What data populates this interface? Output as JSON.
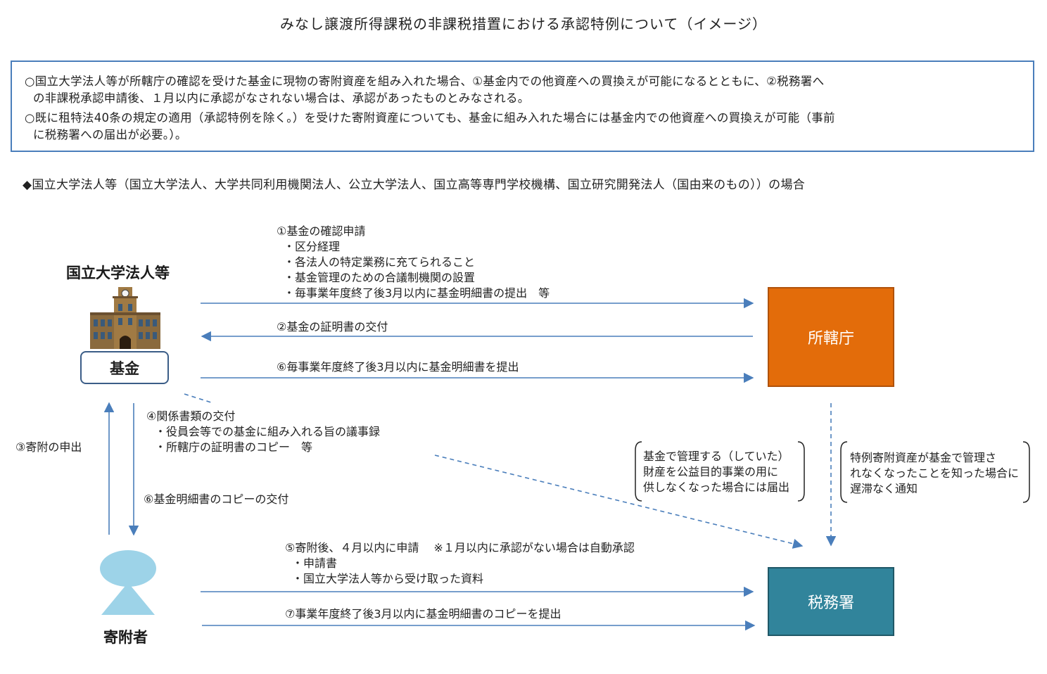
{
  "title": "みなし譲渡所得課税の非課税措置における承認特例について（イメージ）",
  "notice": {
    "line1": "○国立大学法人等が所轄庁の確認を受けた基金に現物の寄附資産を組み入れた場合、①基金内での他資産への買換えが可能になるとともに、②税務署へ",
    "line2": "の非課税承認申請後、１月以内に承認がなされない場合は、承認があったものとみなされる。",
    "line3": "○既に租特法40条の規定の適用（承認特例を除く。）を受けた寄附資産についても、基金に組み入れた場合には基金内での他資産への買換えが可能（事前",
    "line4": "に税務署への届出が必要。）。"
  },
  "scope": "◆国立大学法人等（国立大学法人、大学共同利用機関法人、公立大学法人、国立高等専門学校機構、国立研究開発法人（国由来のもの））の場合",
  "actors": {
    "org_label": "国立大学法人等",
    "fund_label": "基金",
    "authority_label": "所轄庁",
    "tax_office_label": "税務署",
    "donor_label": "寄附者"
  },
  "flows": {
    "f1": {
      "heading": "①基金の確認申請",
      "items": [
        "・区分経理",
        "・各法人の特定業務に充てられること",
        "・基金管理のための合議制機関の設置",
        "・毎事業年度終了後3月以内に基金明細書の提出　等"
      ]
    },
    "f2": "②基金の証明書の交付",
    "f6a": "⑥毎事業年度終了後3月以内に基金明細書を提出",
    "f3": "③寄附の申出",
    "f4": {
      "heading": "④関係書類の交付",
      "items": [
        "・役員会等での基金に組み入れる旨の議事録",
        "・所轄庁の証明書のコピー　等"
      ]
    },
    "f6b": "⑥基金明細書のコピーの交付",
    "f5": {
      "heading": "⑤寄附後、４月以内に申請　 ※１月以内に承認がない場合は自動承認",
      "items": [
        "・申請書",
        "・国立大学法人等から受け取った資料"
      ]
    },
    "f7": "⑦事業年度終了後3月以内に基金明細書のコピーを提出"
  },
  "notes": {
    "left": [
      "基金で管理する（していた）",
      "財産を公益目的事業の用に",
      "供しなくなった場合には届出"
    ],
    "right": [
      "特例寄附資産が基金で管理さ",
      "れなくなったことを知った場合に",
      "遅滞なく通知"
    ]
  },
  "colors": {
    "arrow": "#4a7ebb",
    "authority": "#e36c0a",
    "tax_office": "#31849b",
    "donor": "#9dd3e8",
    "frame": "#4a7ebb"
  },
  "icons": {
    "building": "university-building-icon",
    "person": "person-icon"
  }
}
